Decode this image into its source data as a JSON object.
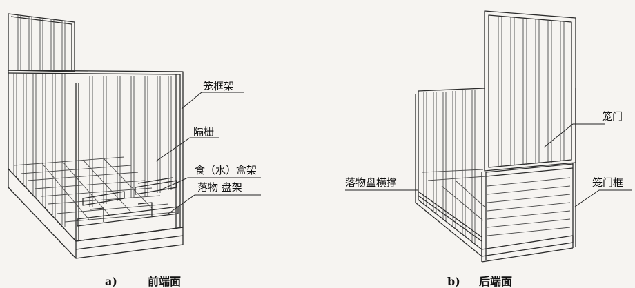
{
  "figure_a": {
    "caption_letter": "a)",
    "caption_title": "前端面",
    "callouts": {
      "cage_frame": "笼框架",
      "partition_bars": "隔栅",
      "food_water_tray_rack": "食（水）盒架",
      "dropping_tray_rack": "落物 盘架"
    }
  },
  "figure_b": {
    "caption_letter": "b)",
    "caption_title": "后端面",
    "callouts": {
      "cage_door": "笼门",
      "door_frame": "笼门框",
      "dropping_tray_crossbar": "落物盘横撑"
    }
  },
  "colors": {
    "line": "#2c2c2c",
    "background": "#f6f4f1"
  }
}
